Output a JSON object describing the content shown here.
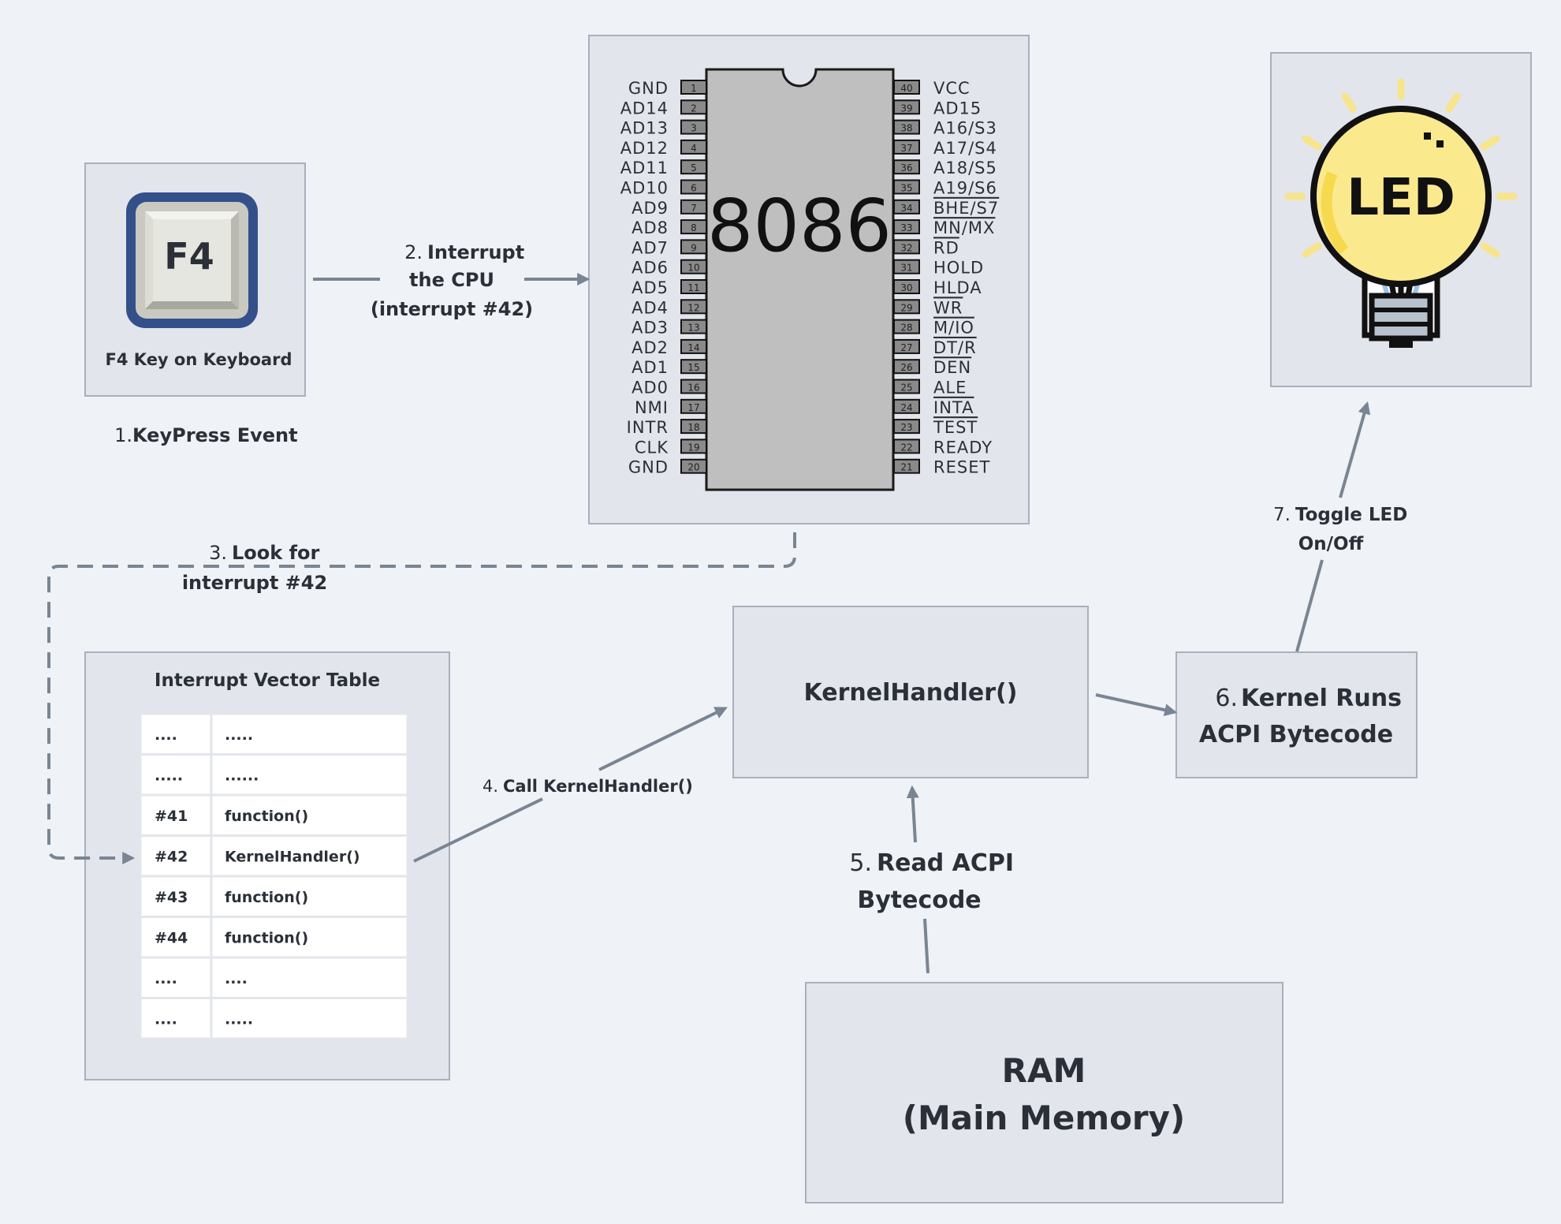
{
  "keyboard": {
    "key": "F4",
    "caption": "F4 Key on Keyboard"
  },
  "steps": {
    "s1": {
      "num": "1.",
      "text": "KeyPress Event"
    },
    "s2": {
      "num": "2.",
      "line1": "Interrupt",
      "line2": "the CPU",
      "line3": "(interrupt #42)"
    },
    "s3": {
      "num": "3.",
      "line1": "Look for",
      "line2": "interrupt #42"
    },
    "s4": {
      "num": "4.",
      "text": "Call KernelHandler()"
    },
    "s5": {
      "num": "5.",
      "line1": "Read ACPI",
      "line2": "Bytecode"
    },
    "s6": {
      "num": "6.",
      "line1": "Kernel Runs",
      "line2": "ACPI Bytecode"
    },
    "s7": {
      "num": "7.",
      "line1": "Toggle LED",
      "line2": "On/Off"
    }
  },
  "cpu": {
    "name": "8086",
    "left_pins": [
      {
        "n": "1",
        "label": "GND"
      },
      {
        "n": "2",
        "label": "AD14"
      },
      {
        "n": "3",
        "label": "AD13"
      },
      {
        "n": "4",
        "label": "AD12"
      },
      {
        "n": "5",
        "label": "AD11"
      },
      {
        "n": "6",
        "label": "AD10"
      },
      {
        "n": "7",
        "label": "AD9"
      },
      {
        "n": "8",
        "label": "AD8"
      },
      {
        "n": "9",
        "label": "AD7"
      },
      {
        "n": "10",
        "label": "AD6"
      },
      {
        "n": "11",
        "label": "AD5"
      },
      {
        "n": "12",
        "label": "AD4"
      },
      {
        "n": "13",
        "label": "AD3"
      },
      {
        "n": "14",
        "label": "AD2"
      },
      {
        "n": "15",
        "label": "AD1"
      },
      {
        "n": "16",
        "label": "AD0"
      },
      {
        "n": "17",
        "label": "NMI"
      },
      {
        "n": "18",
        "label": "INTR"
      },
      {
        "n": "19",
        "label": "CLK"
      },
      {
        "n": "20",
        "label": "GND"
      }
    ],
    "right_pins": [
      {
        "n": "40",
        "label": "VCC"
      },
      {
        "n": "39",
        "label": "AD15"
      },
      {
        "n": "38",
        "label": "A16/S3"
      },
      {
        "n": "37",
        "label": "A17/S4"
      },
      {
        "n": "36",
        "label": "A18/S5"
      },
      {
        "n": "35",
        "label": "A19/S6"
      },
      {
        "n": "34",
        "label": "BHE/S7"
      },
      {
        "n": "33",
        "label": "MN/MX"
      },
      {
        "n": "32",
        "label": "RD"
      },
      {
        "n": "31",
        "label": "HOLD"
      },
      {
        "n": "30",
        "label": "HLDA"
      },
      {
        "n": "29",
        "label": "WR"
      },
      {
        "n": "28",
        "label": "M/IO"
      },
      {
        "n": "27",
        "label": "DT/R"
      },
      {
        "n": "26",
        "label": "DEN"
      },
      {
        "n": "25",
        "label": "ALE"
      },
      {
        "n": "24",
        "label": "INTA"
      },
      {
        "n": "23",
        "label": "TEST"
      },
      {
        "n": "22",
        "label": "READY"
      },
      {
        "n": "21",
        "label": "RESET"
      }
    ]
  },
  "ivt": {
    "title": "Interrupt Vector Table",
    "rows": [
      {
        "id": "....",
        "value": "....."
      },
      {
        "id": ".....",
        "value": "......"
      },
      {
        "id": "#41",
        "value": "function()"
      },
      {
        "id": "#42",
        "value": "KernelHandler()"
      },
      {
        "id": "#43",
        "value": "function()"
      },
      {
        "id": "#44",
        "value": "function()"
      },
      {
        "id": "....",
        "value": "...."
      },
      {
        "id": "....",
        "value": "....."
      }
    ]
  },
  "handler": {
    "label": "KernelHandler()"
  },
  "ram": {
    "line1": "RAM",
    "line2": "(Main Memory)"
  },
  "led": {
    "label": "LED"
  }
}
